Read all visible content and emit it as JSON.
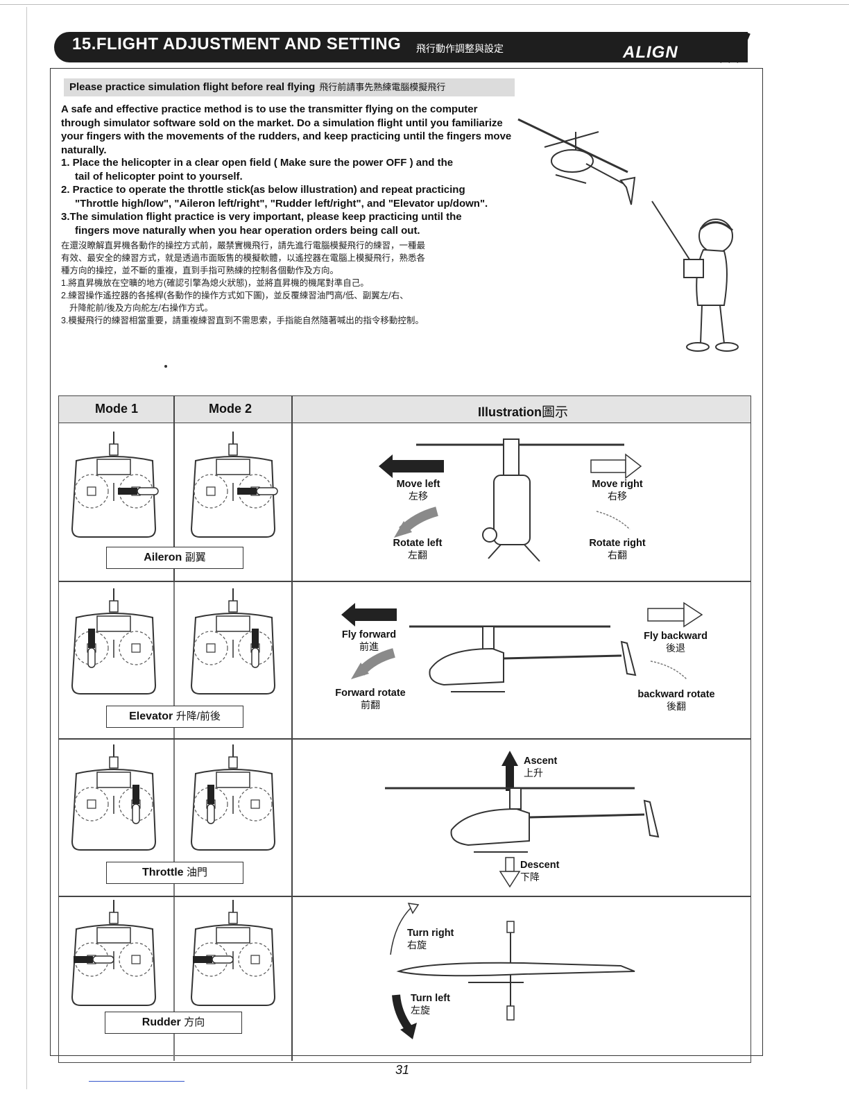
{
  "header": {
    "title": "15.FLIGHT ADJUSTMENT AND SETTING",
    "title_cn": "飛行動作調整與設定",
    "logo": "ALIGN"
  },
  "subheading": {
    "en": "Please practice simulation flight before real flying",
    "cn": "飛行前請事先熟練電腦模擬飛行"
  },
  "intro": "A safe and effective practice method is to use the transmitter flying on the computer through simulator software sold on the market. Do a simulation flight until you familiarize your fingers with the movements of the rudders, and keep practicing until the fingers move naturally.",
  "steps": [
    {
      "line1": "1. Place the helicopter in a clear open field ( Make sure the power OFF ) and the",
      "line2": "tail of helicopter point to yourself."
    },
    {
      "line1": "2. Practice to operate the throttle stick(as below illustration) and repeat practicing",
      "line2": "\"Throttle high/low\", \"Aileron left/right\", \"Rudder left/right\", and \"Elevator up/down\"."
    },
    {
      "line1": "3.The simulation flight practice is very important, please keep practicing until the",
      "line2": "fingers move naturally when you hear operation orders being call out."
    }
  ],
  "cn_paragraph": [
    "在還沒瞭解直昇機各動作的操控方式前，嚴禁實機飛行，請先進行電腦模擬飛行的練習，一種最",
    "有效、最安全的練習方式，就是透過市面販售的模擬軟體，以遙控器在電腦上模擬飛行，熟悉各",
    "種方向的操控，並不斷的重複，直到手指可熟練的控制各個動作及方向。"
  ],
  "cn_steps": [
    "1.將直昇機放在空曠的地方(確認引擎為熄火狀態)，並將直昇機的機尾對準自己。",
    "2.練習操作遙控器的各搖桿(各動作的操作方式如下圖)，並反覆練習油門高/低、副翼左/右、",
    "升降舵前/後及方向舵左/右操作方式。",
    "3.模擬飛行的練習相當重要，請重複練習直到不需思索，手指能自然隨著喊出的指令移動控制。"
  ],
  "table": {
    "col_mode1": "Mode 1",
    "col_mode2": "Mode 2",
    "col_illustration": "Illustration",
    "col_illustration_cn": "圖示",
    "rows": [
      {
        "control": "Aileron",
        "control_cn": "副翼",
        "labels": [
          {
            "en": "Move left",
            "cn": "左移"
          },
          {
            "en": "Move right",
            "cn": "右移"
          },
          {
            "en": "Rotate left",
            "cn": "左翻"
          },
          {
            "en": "Rotate right",
            "cn": "右翻"
          }
        ]
      },
      {
        "control": "Elevator",
        "control_cn": "升降/前後",
        "labels": [
          {
            "en": "Fly forward",
            "cn": "前進"
          },
          {
            "en": "Fly backward",
            "cn": "後退"
          },
          {
            "en": "Forward rotate",
            "cn": "前翻"
          },
          {
            "en": "backward rotate",
            "cn": "後翻"
          }
        ]
      },
      {
        "control": "Throttle",
        "control_cn": "油門",
        "labels": [
          {
            "en": "Ascent",
            "cn": "上升"
          },
          {
            "en": "Descent",
            "cn": "下降"
          }
        ]
      },
      {
        "control": "Rudder",
        "control_cn": "方向",
        "labels": [
          {
            "en": "Turn right",
            "cn": "右旋"
          },
          {
            "en": "Turn left",
            "cn": "左旋"
          }
        ]
      }
    ]
  },
  "page_number": "31",
  "colors": {
    "header_bg": "#1e1e1e",
    "table_header_bg": "#e4e4e4",
    "arrow_dark": "#222222",
    "arrow_grey": "#8a8a8a"
  },
  "icons": [
    "helicopter-illustration",
    "pilot-with-transmitter",
    "transmitter-icon",
    "arrow-left-icon",
    "arrow-right-icon",
    "arrow-up-icon",
    "arrow-down-icon",
    "curved-arrow-icon"
  ]
}
